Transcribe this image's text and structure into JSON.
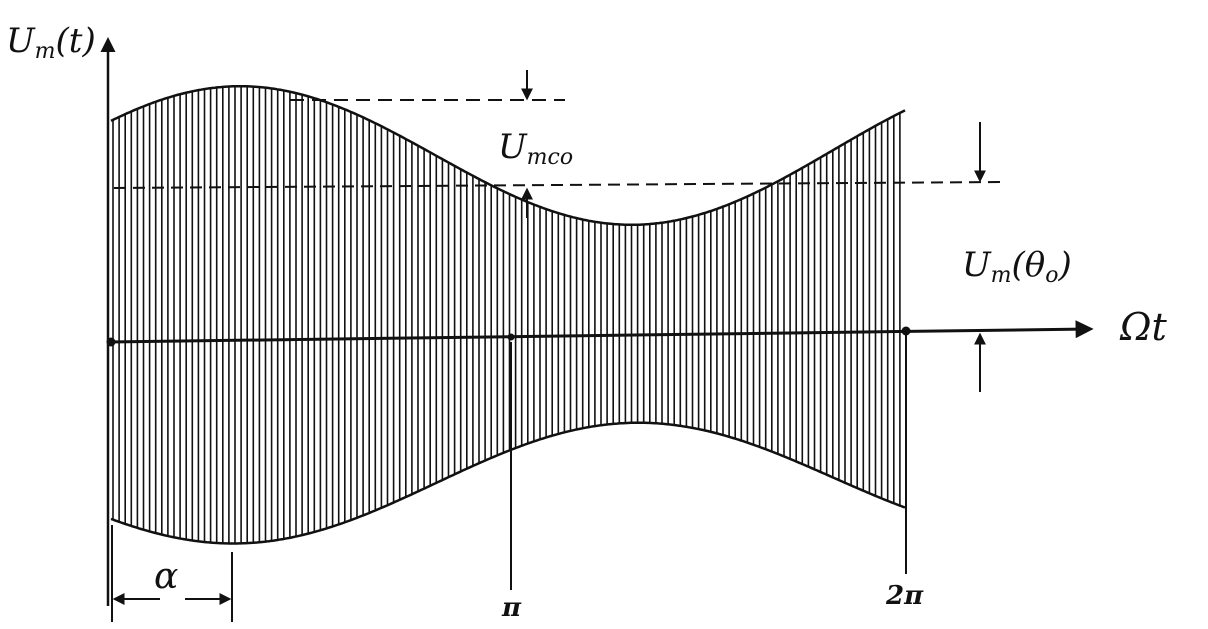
{
  "labels": {
    "y_axis": "U",
    "y_axis_sub": "m",
    "y_axis_arg": "(t)",
    "x_axis": "Ωt",
    "umco": "U",
    "umco_sub": "mco",
    "um_theta": "U",
    "um_theta_sub": "m",
    "um_theta_arg": "(θ",
    "um_theta_arg_sub": "o",
    "um_theta_close": ")",
    "alpha": "α",
    "pi": "π",
    "two_pi": "2π"
  },
  "colors": {
    "ink": "#111111",
    "background": "#ffffff"
  }
}
